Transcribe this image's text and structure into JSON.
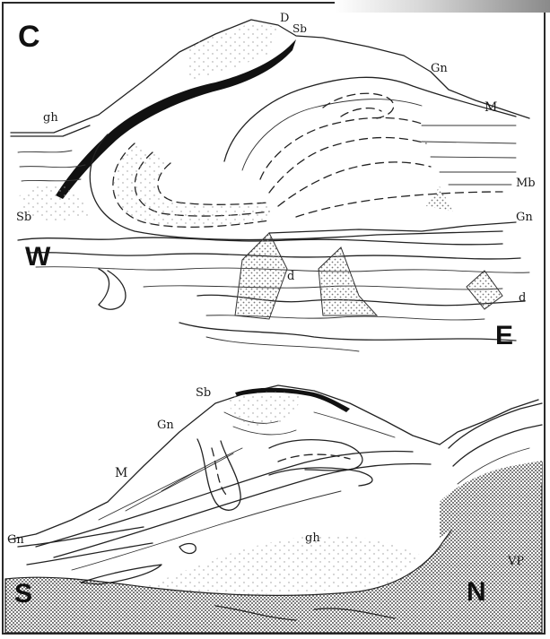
{
  "panel_label": "C",
  "upper_section": {
    "labels": {
      "D": "D",
      "Sb_top": "Sb",
      "Gn_top": "Gn",
      "gh": "gh",
      "M": "M",
      "Mb": "Mb",
      "Gn_right": "Gn",
      "Sb_left": "Sb",
      "d_center": "d",
      "d_right": "d"
    },
    "west": "W",
    "east": "E"
  },
  "lower_section": {
    "labels": {
      "Sb": "Sb",
      "Gn_upper": "Gn",
      "M": "M",
      "Gn_left": "Gn",
      "gh": "gh",
      "VP": "VP"
    },
    "south": "S",
    "north": "N"
  },
  "colors": {
    "ink": "#222222",
    "stipple": "#888888",
    "background": "#ffffff"
  }
}
